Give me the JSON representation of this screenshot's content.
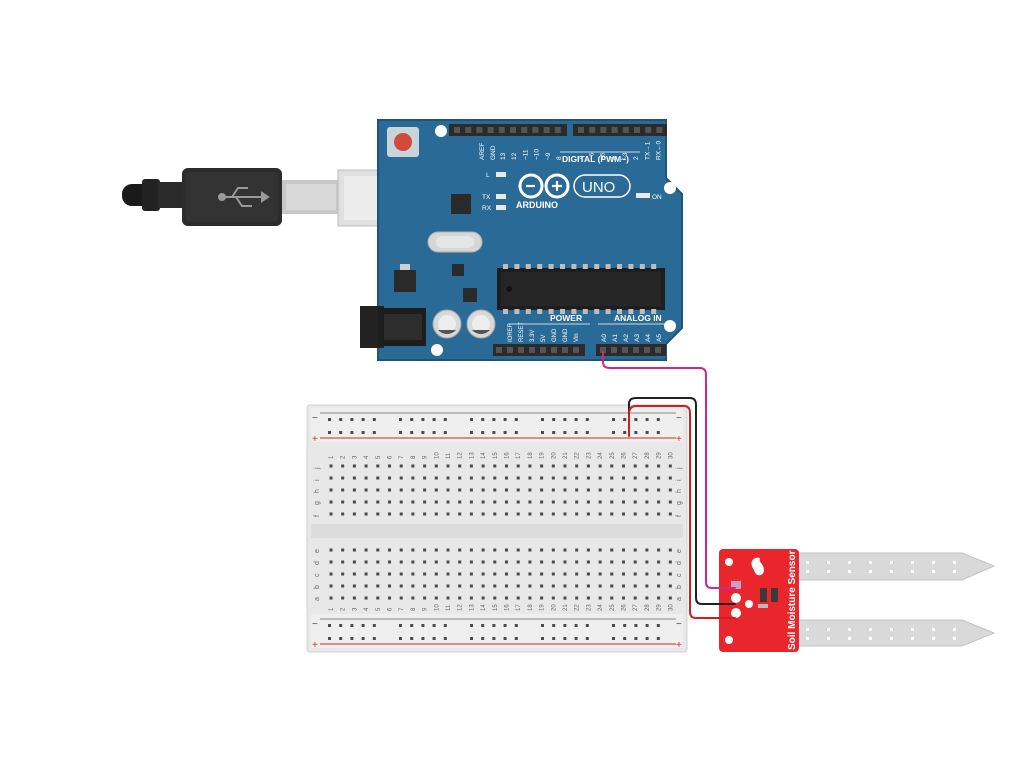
{
  "arduino": {
    "logo_text": "ARDUINO",
    "model_text": "UNO",
    "digital_label": "DIGITAL (PWM~)",
    "power_label": "POWER",
    "analog_label": "ANALOG IN",
    "on_label": "ON",
    "tx_label": "TX",
    "rx_label": "RX",
    "l_label": "L",
    "digital_pins": [
      "AREF",
      "GND",
      "13",
      "12",
      "~11",
      "~10",
      "~9",
      "8",
      "7",
      "~6",
      "~5",
      "4",
      "~3",
      "2",
      "TX→1",
      "RX←0"
    ],
    "power_pins": [
      "IOREF",
      "RESET",
      "3.3V",
      "5V",
      "GND",
      "GND",
      "Vin"
    ],
    "analog_pins": [
      "A0",
      "A1",
      "A2",
      "A3",
      "A4",
      "A5"
    ],
    "colors": {
      "board": "#2a6a96",
      "board_edge": "#1f5478",
      "header": "#2b2b2b",
      "silk": "#ffffff"
    }
  },
  "breadboard": {
    "columns": 30,
    "rows_top": [
      "j",
      "i",
      "h",
      "g",
      "f"
    ],
    "rows_bottom": [
      "e",
      "d",
      "c",
      "b",
      "a"
    ],
    "rail_minus": "−",
    "rail_plus": "+",
    "column_labels": [
      "1",
      "2",
      "3",
      "4",
      "5",
      "6",
      "7",
      "8",
      "9",
      "10",
      "11",
      "12",
      "13",
      "14",
      "15",
      "16",
      "17",
      "18",
      "19",
      "20",
      "21",
      "22",
      "23",
      "24",
      "25",
      "26",
      "27",
      "28",
      "29",
      "30"
    ],
    "colors": {
      "body": "#e8e8e8",
      "hole": "#4a4a4a",
      "red_rail": "#cc2b2b",
      "blue_rail": "#7a7a7a"
    }
  },
  "sensor": {
    "name": "Soil Moisture Sensor",
    "colors": {
      "pcb": "#e8262b",
      "probe": "#d9d9d9"
    }
  },
  "wires": {
    "colors": {
      "signal": "#cc2a8a",
      "ground": "#222222",
      "power": "#d11f1f"
    }
  },
  "usb_cable": {
    "colors": {
      "plug": "#222222",
      "connector": "#d0d0d0"
    }
  }
}
